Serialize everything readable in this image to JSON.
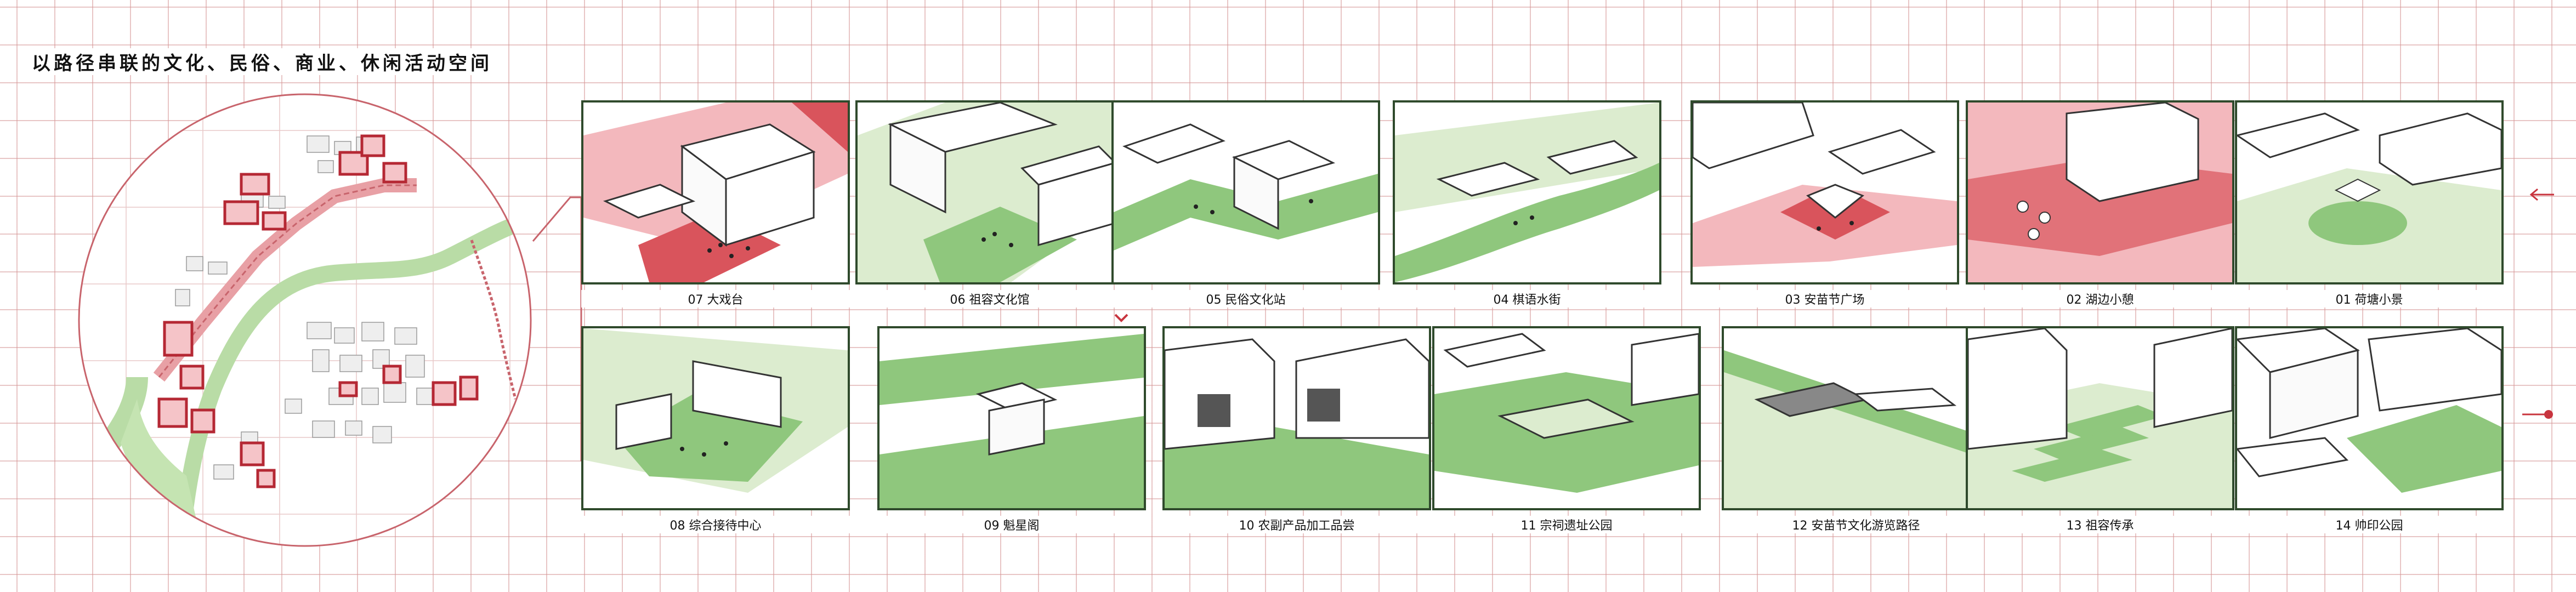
{
  "title": "以路径串联的文化、民俗、商业、休闲活动空间",
  "colors": {
    "green": "#8fc77d",
    "light_green": "#dceccf",
    "red": "#d9545c",
    "light_red": "#f3b8bd",
    "frame": "#2f4a2c",
    "grid": "#d69696"
  },
  "top_row": [
    {
      "label": "07 大戏台",
      "theme": "red"
    },
    {
      "label": "06 祖容文化馆",
      "theme": "green"
    },
    {
      "label": "05 民俗文化站",
      "theme": "green"
    },
    {
      "label": "04 棋语水街",
      "theme": "green"
    },
    {
      "label": "03 安苗节广场",
      "theme": "red"
    },
    {
      "label": "02 湖边小憩",
      "theme": "red"
    },
    {
      "label": "01 荷塘小景",
      "theme": "green"
    }
  ],
  "bottom_row": [
    {
      "label": "08 综合接待中心",
      "theme": "green"
    },
    {
      "label": "09 魁星阁",
      "theme": "green"
    },
    {
      "label": "10 农副产品加工品尝",
      "theme": "green"
    },
    {
      "label": "11 宗祠遗址公园",
      "theme": "green"
    },
    {
      "label": "12 安苗节文化游览路径",
      "theme": "green"
    },
    {
      "label": "13 祖容传承",
      "theme": "green"
    },
    {
      "label": "14 帅印公园",
      "theme": "green"
    }
  ],
  "icons": [
    "arrow-left-icon",
    "chevron-down-icon",
    "arrow-start-dot-icon"
  ]
}
